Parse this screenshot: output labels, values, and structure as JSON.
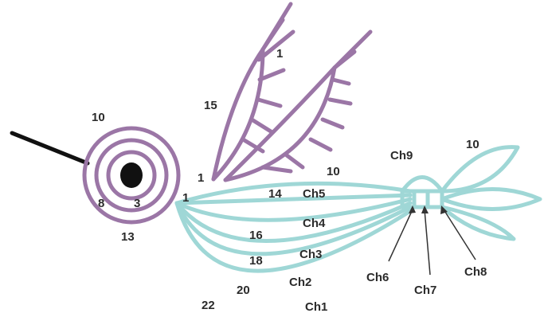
{
  "colors": {
    "purple": "#9b76a6",
    "teal": "#9fd7d6",
    "black": "#111111",
    "text": "#2b2b2b"
  },
  "labels": {
    "ring_top": "10",
    "ring_left": "8",
    "ring_inner": "3",
    "ring_bottom": "13",
    "wing_15": "15",
    "wing_1_top": "1",
    "wing_1_left": "1",
    "wing_10": "10",
    "ch5_count": "14",
    "ch5": "Ch5",
    "ch4": "Ch4",
    "ch3_count": "16",
    "ch3": "Ch3",
    "ch2_count": "18",
    "ch2": "Ch2",
    "ch1_count": "20",
    "ch1": "Ch1",
    "count_22": "22",
    "ch9": "Ch9",
    "petal_10": "10",
    "ch6": "Ch6",
    "ch7": "Ch7",
    "ch8": "Ch8",
    "small_1": "1"
  }
}
